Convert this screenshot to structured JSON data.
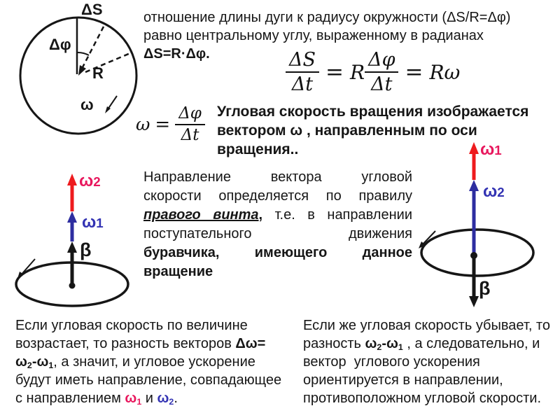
{
  "colors": {
    "ink": "#161616",
    "red": "#ee1b1e",
    "crimson": "#e8175d",
    "blue": "#3333b3",
    "ablue": "#2d2da0"
  },
  "circle_diagram": {
    "arc_label": "ΔS",
    "angle_label": "Δφ",
    "radius_label": "R",
    "omega_label": "ω"
  },
  "top_text": {
    "runs": [
      {
        "t": "отношение длины дуги к радиусу окружности (ΔS/R=Δφ)",
        "s": "n",
        "br": true
      },
      {
        "t": "равно центральному углу, выраженному в радианах",
        "s": "n",
        "br": true
      },
      {
        "t": "ΔS=R·Δφ.",
        "s": "b"
      }
    ]
  },
  "formula_arc": {
    "num1": "ΔS",
    "den1": "Δt",
    "eq1": "=",
    "coef": "R",
    "num2": "Δφ",
    "den2": "Δt",
    "eq2": "=",
    "result": "Rω"
  },
  "formula_omega": {
    "lhs": "ω",
    "eq": "=",
    "num": "Δφ",
    "den": "Δt"
  },
  "statement": {
    "runs": [
      {
        "t": "Угловая скорость вращения изображается",
        "s": "b",
        "br": true
      },
      {
        "t": "вектором ω , направленным по оси вращения..",
        "s": "b"
      }
    ]
  },
  "rule_paragraph": {
    "runs": [
      {
        "t": "Направление вектора угловой",
        "s": "n",
        "br": true
      },
      {
        "t": "скорости определяется по правилу",
        "s": "n",
        "br": true
      },
      {
        "t": "правого винта",
        "s": "biu"
      },
      {
        "t": ",",
        "s": "b"
      },
      {
        "t": " т.е. в направлении",
        "s": "n",
        "br": true
      },
      {
        "t": "поступательного движения",
        "s": "n",
        "br": true
      },
      {
        "t": "буравчика, имеющего данное",
        "s": "b",
        "br": true
      },
      {
        "t": "вращение",
        "s": "b"
      }
    ]
  },
  "left_diagram": {
    "top_label": {
      "sym": "ω",
      "idx": "2"
    },
    "mid_label": {
      "sym": "ω",
      "idx": "1"
    },
    "beta_label": "β"
  },
  "right_diagram": {
    "top_label": {
      "sym": "ω",
      "idx": "1"
    },
    "mid_label": {
      "sym": "ω",
      "idx": "2"
    },
    "beta_label": "β"
  },
  "bottom_left": {
    "runs": [
      {
        "t": "Если угловая скорость по величине",
        "s": "n",
        "br": true
      },
      {
        "t": "возрастает, то разность векторов ",
        "s": "n"
      },
      {
        "t": "Δω=",
        "s": "b",
        "br": true
      },
      {
        "t": "ω",
        "s": "b"
      },
      {
        "t": "2",
        "s": "bsub"
      },
      {
        "t": "-ω",
        "s": "b"
      },
      {
        "t": "1",
        "s": "bsub"
      },
      {
        "t": ", а значит, и угловое ускорение",
        "s": "n",
        "br": true
      },
      {
        "t": "будут иметь направление, совпадающее",
        "s": "n",
        "br": true
      },
      {
        "t": "с направлением ",
        "s": "n"
      },
      {
        "t": "ω",
        "s": "r"
      },
      {
        "t": "1",
        "s": "rsub"
      },
      {
        "t": " и ",
        "s": "n"
      },
      {
        "t": "ω",
        "s": "u"
      },
      {
        "t": "2",
        "s": "usub"
      },
      {
        "t": ".",
        "s": "n"
      }
    ]
  },
  "bottom_right": {
    "runs": [
      {
        "t": "Если же угловая скорость убывает, то",
        "s": "n",
        "br": true
      },
      {
        "t": "разность ",
        "s": "n"
      },
      {
        "t": "ω",
        "s": "b"
      },
      {
        "t": "2",
        "s": "bsub"
      },
      {
        "t": "-ω",
        "s": "b"
      },
      {
        "t": "1",
        "s": "bsub"
      },
      {
        "t": " , а следовательно, и",
        "s": "n",
        "br": true
      },
      {
        "t": "вектор  углового ускорения",
        "s": "n",
        "br": true
      },
      {
        "t": "ориентируется в направлении,",
        "s": "n",
        "br": true
      },
      {
        "t": "противоположном угловой скорости.",
        "s": "n"
      }
    ]
  }
}
